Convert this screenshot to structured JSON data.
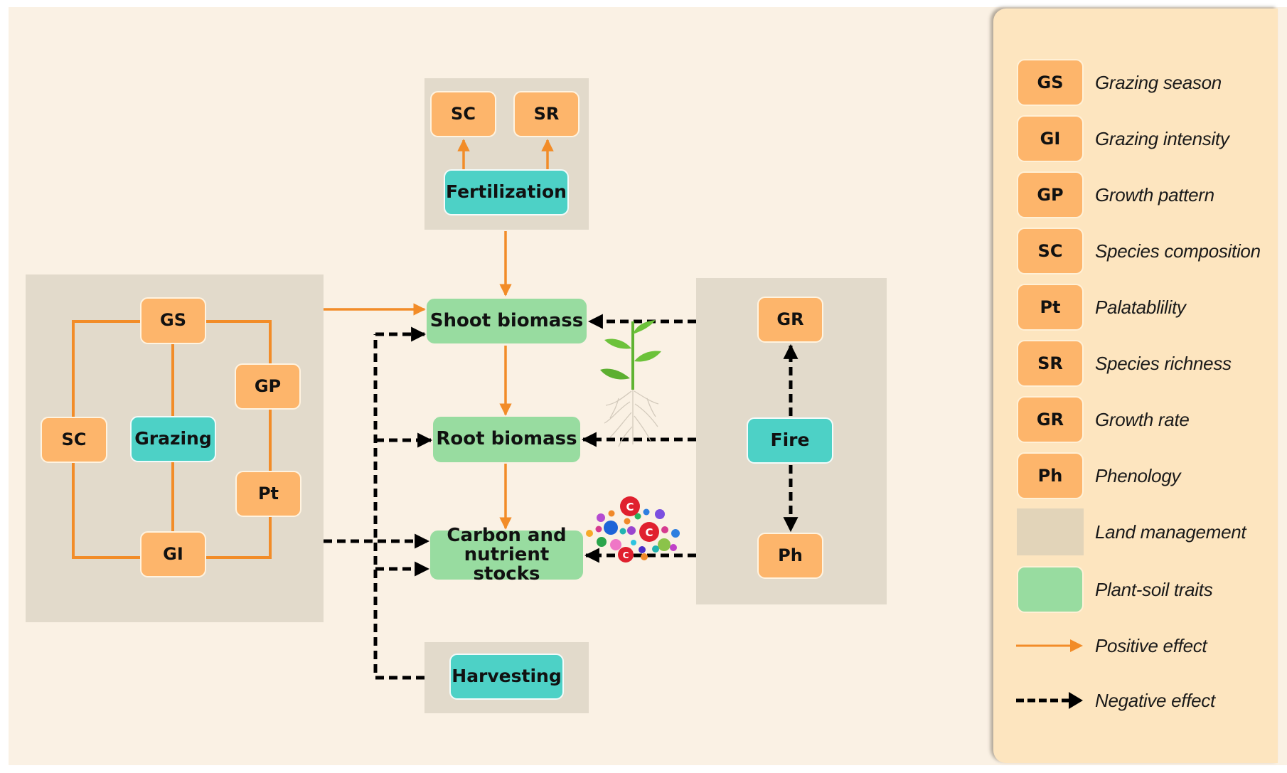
{
  "colors": {
    "background": "#faf1e4",
    "land_management": "#e2dacb",
    "trait_box": "#fdb56b",
    "practice_box": "#4dd1c6",
    "plant_soil": "#98dca0",
    "legend_panel": "#fde5bf",
    "positive": "#f28c28",
    "negative": "#000000"
  },
  "grazing_panel": {
    "center": "Grazing",
    "nodes": {
      "gs": "GS",
      "gp": "GP",
      "sc": "SC",
      "pt": "Pt",
      "gi": "GI"
    }
  },
  "fertilization_panel": {
    "center": "Fertilization",
    "nodes": {
      "sc": "SC",
      "sr": "SR"
    }
  },
  "fire_panel": {
    "center": "Fire",
    "nodes": {
      "gr": "GR",
      "ph": "Ph"
    }
  },
  "harvesting_panel": {
    "center": "Harvesting"
  },
  "plant_soil": {
    "shoot": "Shoot biomass",
    "root": "Root biomass",
    "carbon_line1": "Carbon and",
    "carbon_line2": "nutrient stocks"
  },
  "illustrations": {
    "plant": "plant-with-roots-icon",
    "particles": "carbon-particles-icon",
    "particle_label": "C"
  },
  "legend": {
    "items": [
      {
        "code": "GS",
        "label": "Grazing season",
        "kind": "trait"
      },
      {
        "code": "GI",
        "label": "Grazing intensity",
        "kind": "trait"
      },
      {
        "code": "GP",
        "label": "Growth pattern",
        "kind": "trait"
      },
      {
        "code": "SC",
        "label": "Species composition",
        "kind": "trait"
      },
      {
        "code": "Pt",
        "label": "Palatablility",
        "kind": "trait"
      },
      {
        "code": "SR",
        "label": "Species richness",
        "kind": "trait"
      },
      {
        "code": "GR",
        "label": "Growth rate",
        "kind": "trait"
      },
      {
        "code": "Ph",
        "label": "Phenology",
        "kind": "trait"
      },
      {
        "code": "",
        "label": "Land management",
        "kind": "land"
      },
      {
        "code": "",
        "label": "Plant-soil traits",
        "kind": "plant"
      },
      {
        "code": "",
        "label": "Positive effect",
        "kind": "positive"
      },
      {
        "code": "",
        "label": "Negative effect",
        "kind": "negative"
      }
    ]
  }
}
